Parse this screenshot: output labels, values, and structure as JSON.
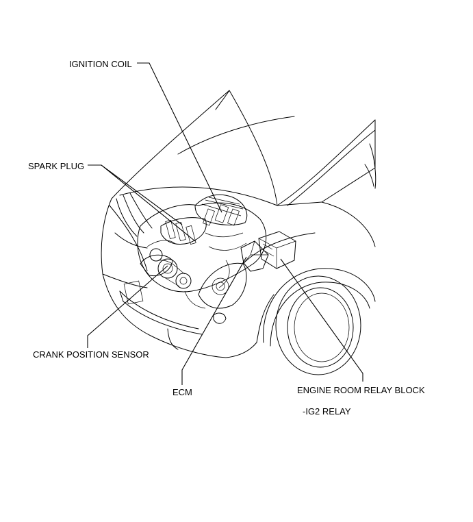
{
  "labels": {
    "ignition_coil": "IGNITION COIL",
    "spark_plug": "SPARK PLUG",
    "crank_position_sensor": "CRANK POSITION SENSOR",
    "ecm": "ECM",
    "engine_room_relay_block": "ENGINE ROOM RELAY BLOCK",
    "ig2_relay": "-IG2 RELAY"
  }
}
